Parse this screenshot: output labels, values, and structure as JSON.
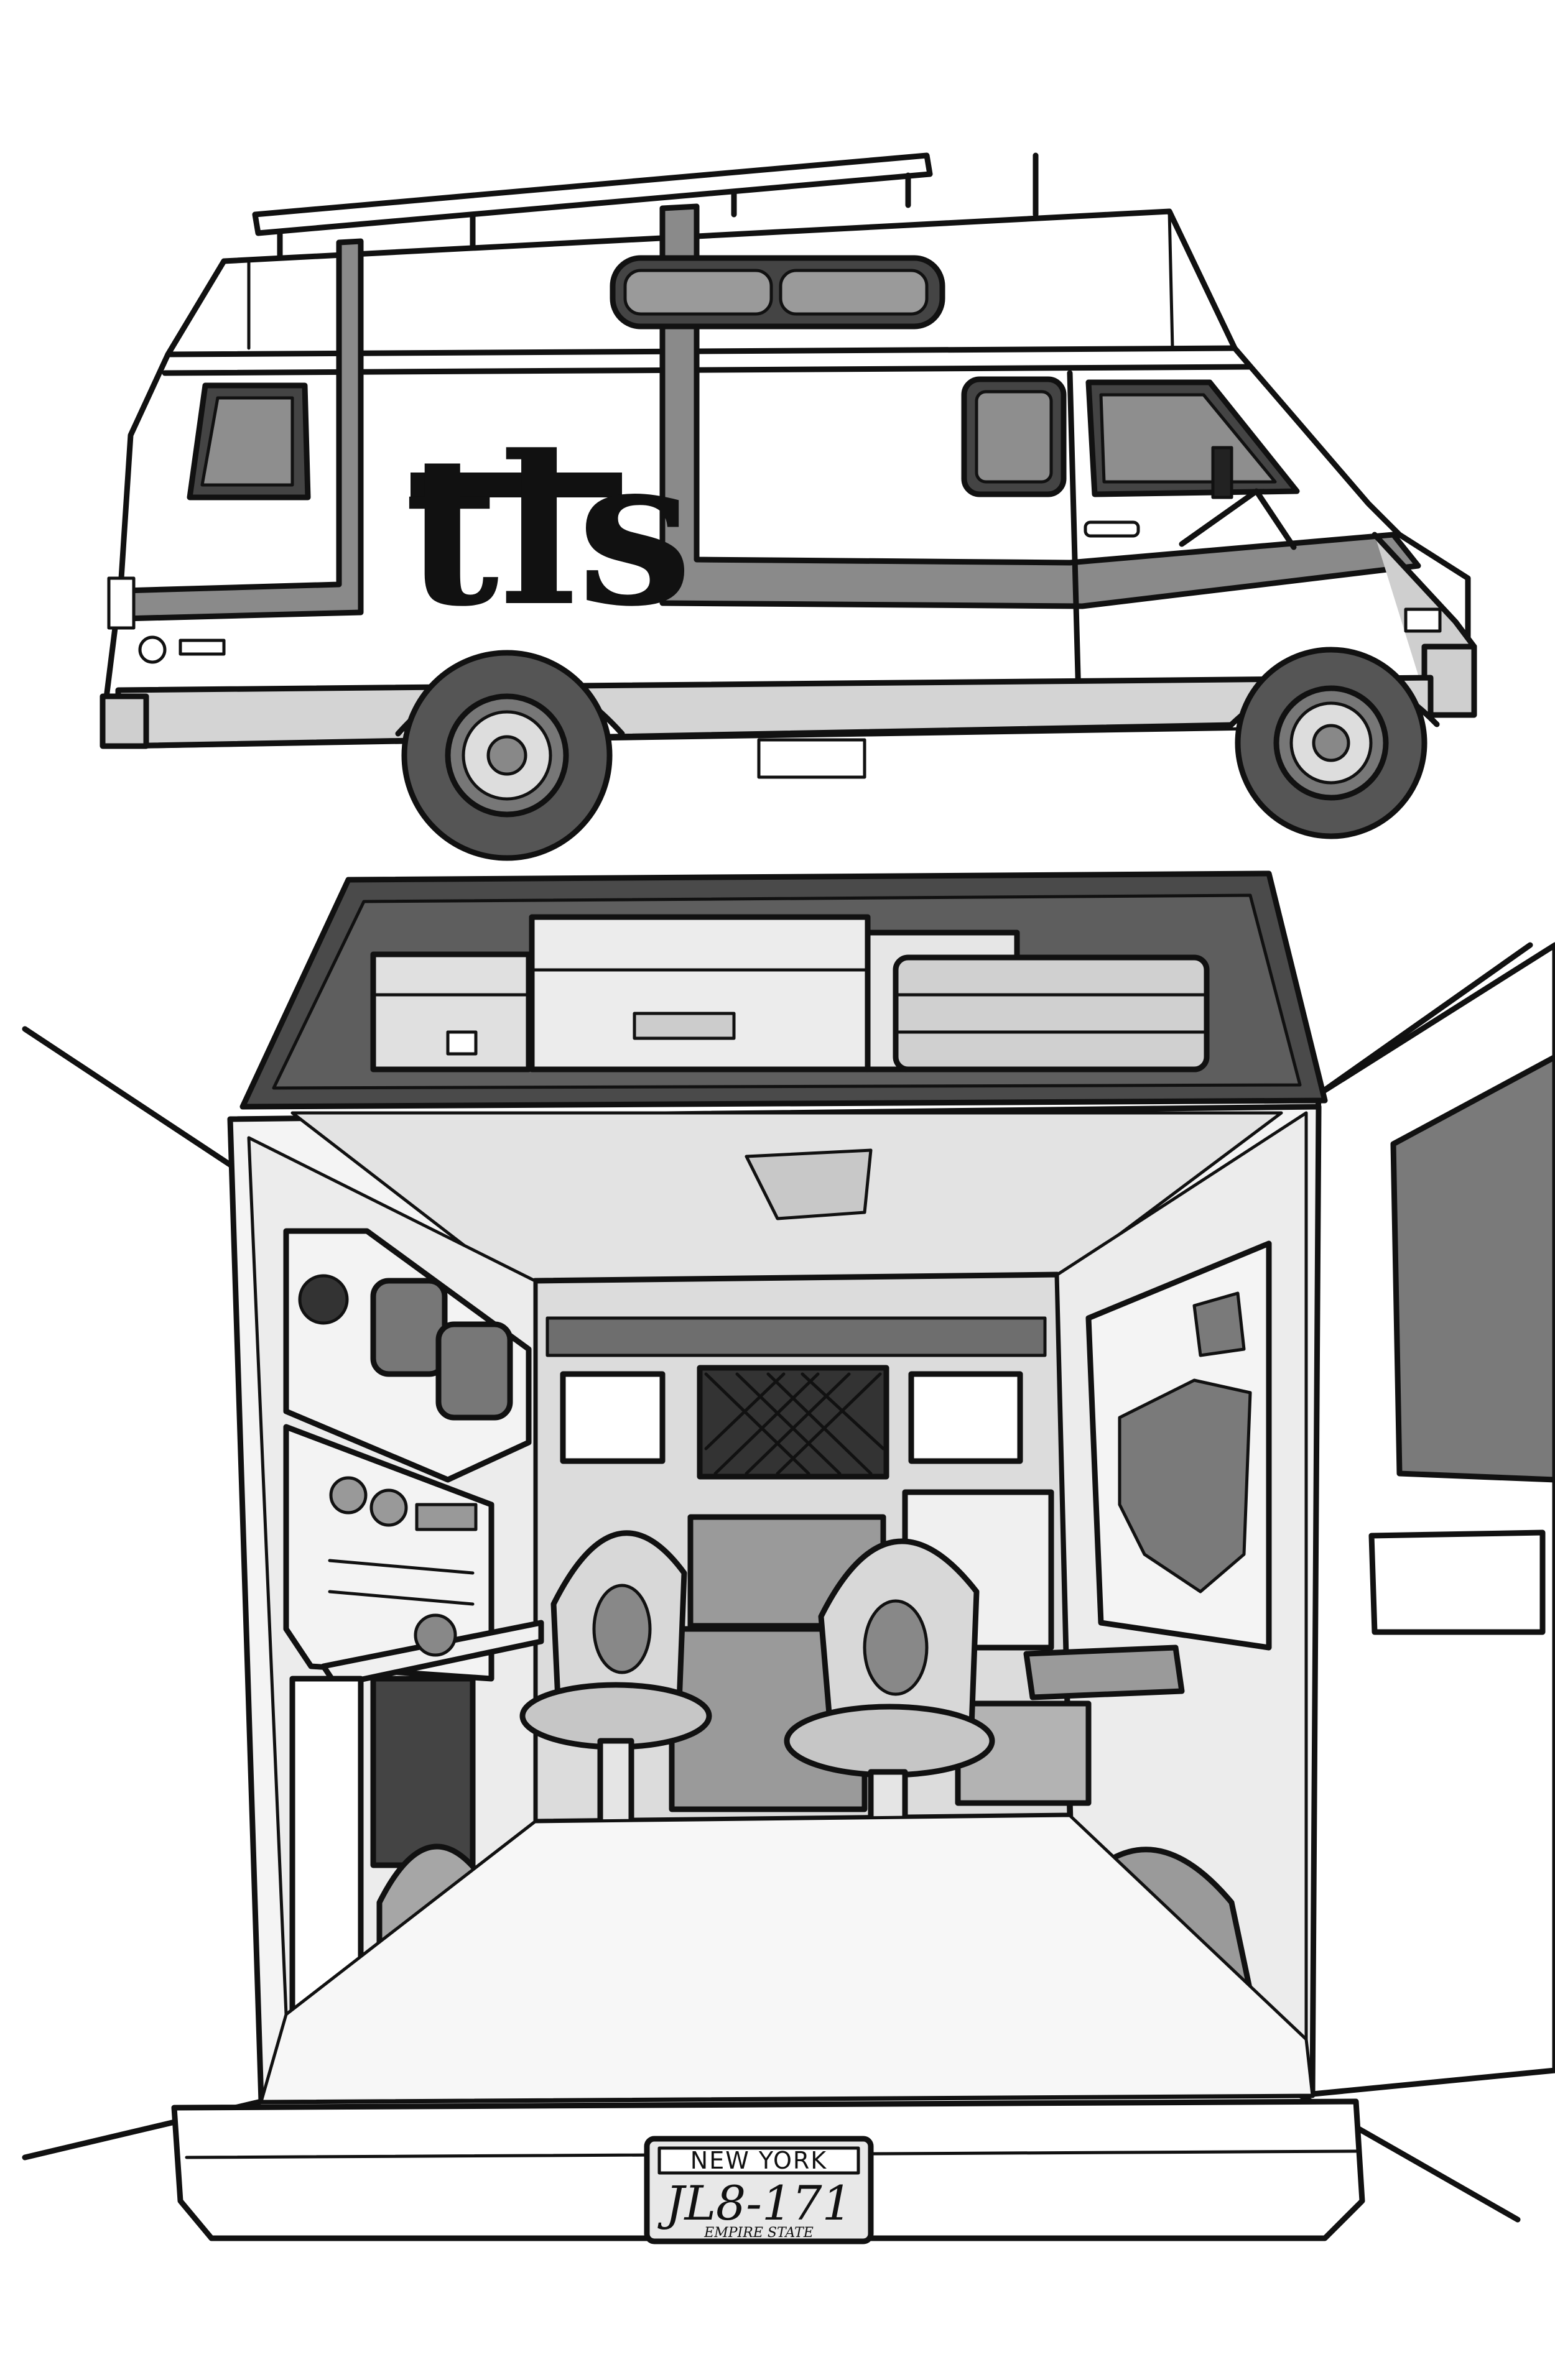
{
  "van_logo": "tls",
  "license_plate": {
    "state": "NEW YORK",
    "number": "JL8-171",
    "slogan": "EMPIRE STATE"
  },
  "colors": {
    "ink": "#111111",
    "paper": "#ffffff",
    "light_gray": "#d9d9d9",
    "mid_gray": "#9a9a9a",
    "dark_gray": "#6e6e6e"
  }
}
